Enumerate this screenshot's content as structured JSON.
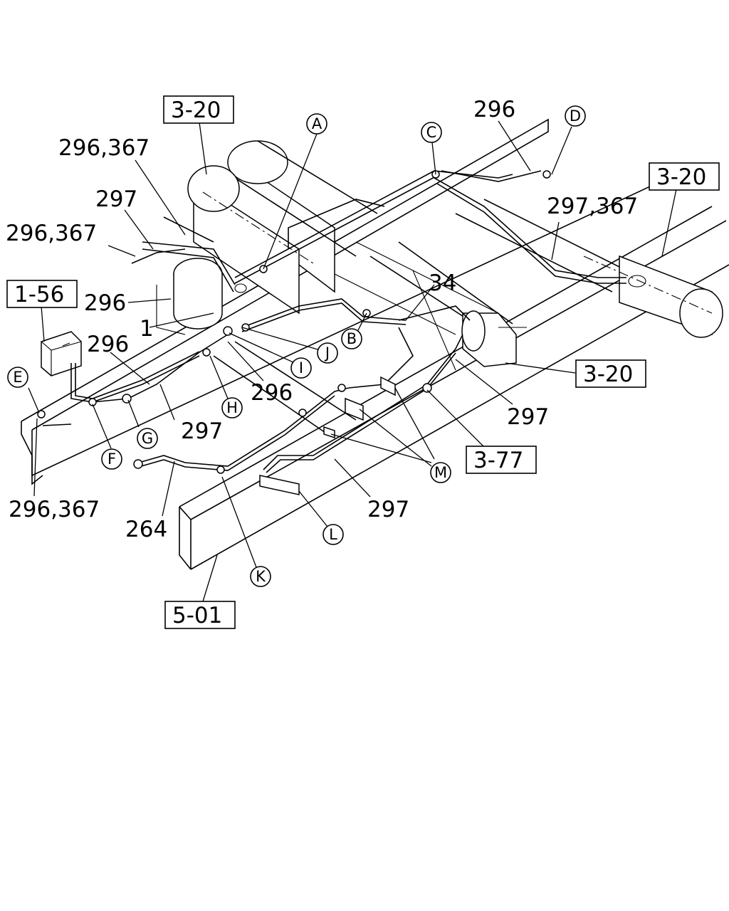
{
  "boxed_refs": {
    "r_3_20_top": "3-20",
    "r_3_20_right": "3-20",
    "r_1_56": "1-56",
    "r_3_20_mid": "3-20",
    "r_3_77": "3-77",
    "r_5_01": "5-01"
  },
  "part_numbers": {
    "p296_367_top": "296,367",
    "p297_top": "297",
    "p296_367_left": "296,367",
    "p296_a": "296",
    "p1": "1",
    "p296_b": "296",
    "p296_c": "296",
    "p297_mid": "297",
    "p296_367_bottom": "296,367",
    "p264": "264",
    "p296_top_right": "296",
    "p297_367_right": "297,367",
    "p34": "34",
    "p297_right": "297",
    "p297_bottom": "297"
  },
  "callouts": {
    "A": "A",
    "B": "B",
    "C": "C",
    "D": "D",
    "E": "E",
    "F": "F",
    "G": "G",
    "H": "H",
    "I": "I",
    "J": "J",
    "K": "K",
    "L": "L",
    "M": "M"
  }
}
